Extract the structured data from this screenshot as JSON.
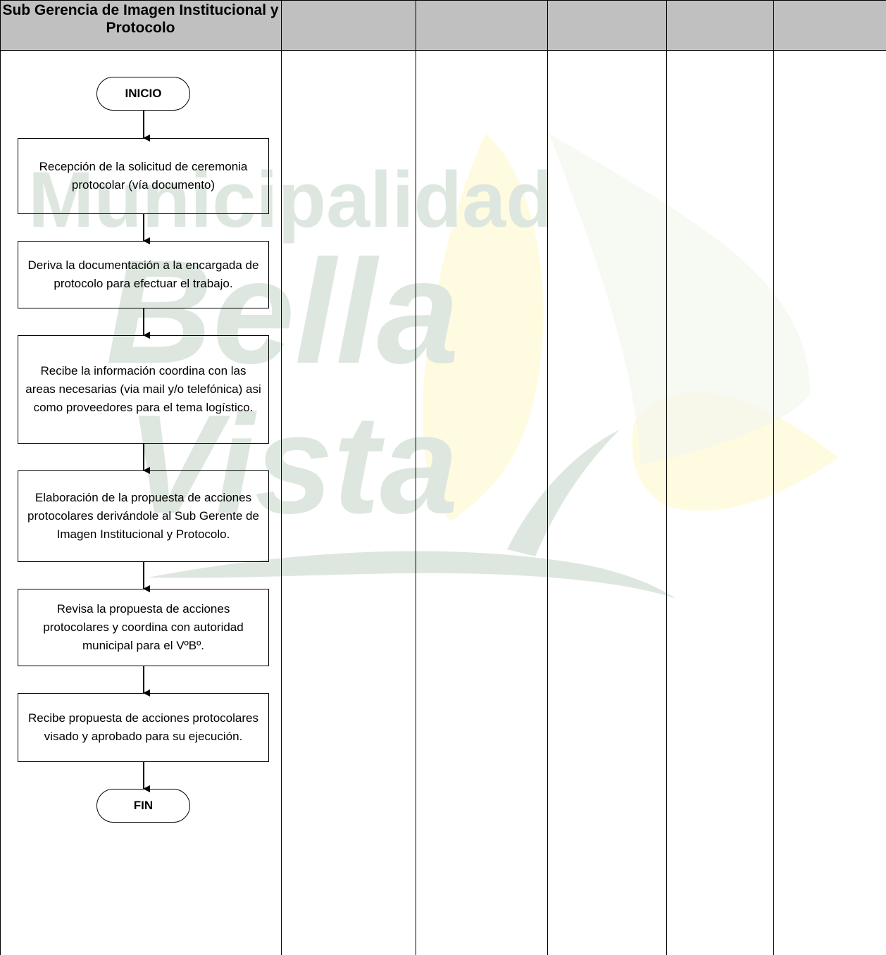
{
  "lane_header": "Sub Gerencia de Imagen Institucional y Protocolo",
  "watermark": {
    "line1": "Municipalidad",
    "line2": "Bella",
    "line3": "Vista",
    "colors": {
      "green": "#dde7df",
      "yellow": "#fffbe0"
    }
  },
  "flow": {
    "start": "INICIO",
    "steps": [
      "Recepción de la solicitud de ceremonia protocolar (vía documento)",
      "Deriva la documentación a la encargada de protocolo para efectuar el trabajo.",
      "Recibe la información coordina con las areas necesarias (via mail y/o telefónica) asi como proveedores para el tema logístico.",
      "Elaboración de la propuesta de acciones protocolares derivándole al Sub Gerente de Imagen Institucional y Protocolo.",
      "Revisa la propuesta de acciones protocolares y coordina con autoridad municipal para el VºBº.",
      "Recibe propuesta de acciones protocolares visado y aprobado para su ejecución."
    ],
    "end": "FIN"
  },
  "colors": {
    "header_fill": "#c0c0c0",
    "line": "#000000"
  }
}
